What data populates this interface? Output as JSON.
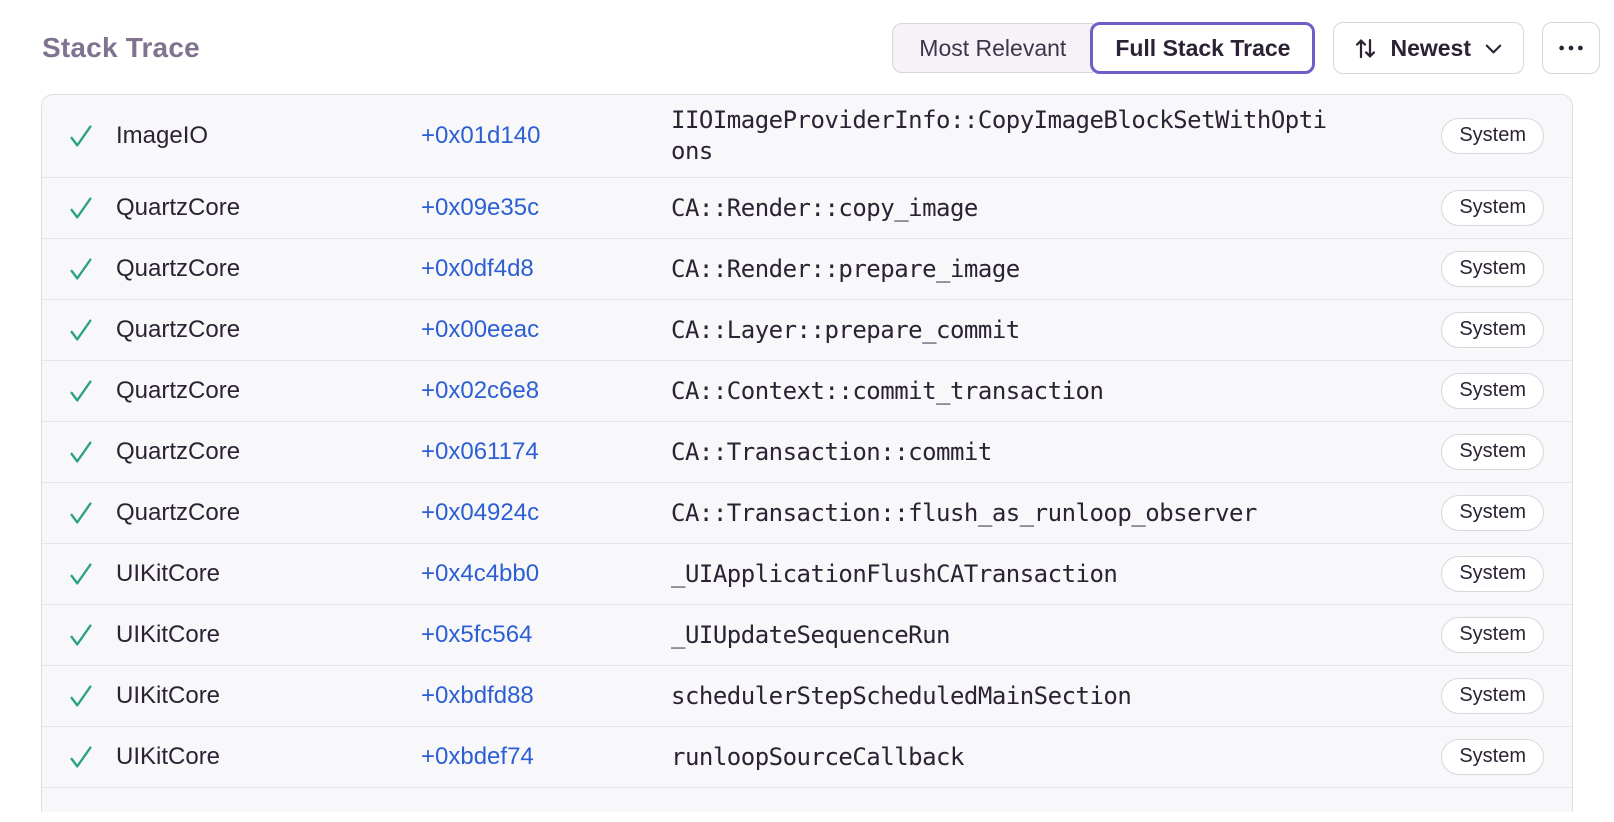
{
  "header": {
    "title": "Stack Trace",
    "segmented_control": {
      "most_relevant_label": "Most Relevant",
      "full_stack_trace_label": "Full Stack Trace",
      "active": "Full Stack Trace"
    },
    "sort_button": {
      "label": "Newest",
      "icon": "sort-arrows",
      "chevron": "chevron-down"
    },
    "overflow_button": {
      "icon": "ellipsis"
    }
  },
  "table": {
    "frames": [
      {
        "module": "ImageIO",
        "address": "+0x01d140",
        "function": "IIOImageProviderInfo::CopyImageBlockSetWithOptions",
        "badge": "System",
        "status_icon": "check"
      },
      {
        "module": "QuartzCore",
        "address": "+0x09e35c",
        "function": "CA::Render::copy_image",
        "badge": "System",
        "status_icon": "check"
      },
      {
        "module": "QuartzCore",
        "address": "+0x0df4d8",
        "function": "CA::Render::prepare_image",
        "badge": "System",
        "status_icon": "check"
      },
      {
        "module": "QuartzCore",
        "address": "+0x00eeac",
        "function": "CA::Layer::prepare_commit",
        "badge": "System",
        "status_icon": "check"
      },
      {
        "module": "QuartzCore",
        "address": "+0x02c6e8",
        "function": "CA::Context::commit_transaction",
        "badge": "System",
        "status_icon": "check"
      },
      {
        "module": "QuartzCore",
        "address": "+0x061174",
        "function": "CA::Transaction::commit",
        "badge": "System",
        "status_icon": "check"
      },
      {
        "module": "QuartzCore",
        "address": "+0x04924c",
        "function": "CA::Transaction::flush_as_runloop_observer",
        "badge": "System",
        "status_icon": "check"
      },
      {
        "module": "UIKitCore",
        "address": "+0x4c4bb0",
        "function": "_UIApplicationFlushCATransaction",
        "badge": "System",
        "status_icon": "check"
      },
      {
        "module": "UIKitCore",
        "address": "+0x5fc564",
        "function": "_UIUpdateSequenceRun",
        "badge": "System",
        "status_icon": "check"
      },
      {
        "module": "UIKitCore",
        "address": "+0xbdfd88",
        "function": "schedulerStepScheduledMainSection",
        "badge": "System",
        "status_icon": "check"
      },
      {
        "module": "UIKitCore",
        "address": "+0xbdef74",
        "function": "runloopSourceCallback",
        "badge": "System",
        "status_icon": "check"
      }
    ]
  },
  "colors": {
    "accent_purple": "#6c5fc7",
    "link_blue": "#2c5fd3",
    "check_green": "#2ba185",
    "title_gray_purple": "#80738f",
    "row_background": "#f8f7fa",
    "divider": "#e7e4eb"
  }
}
